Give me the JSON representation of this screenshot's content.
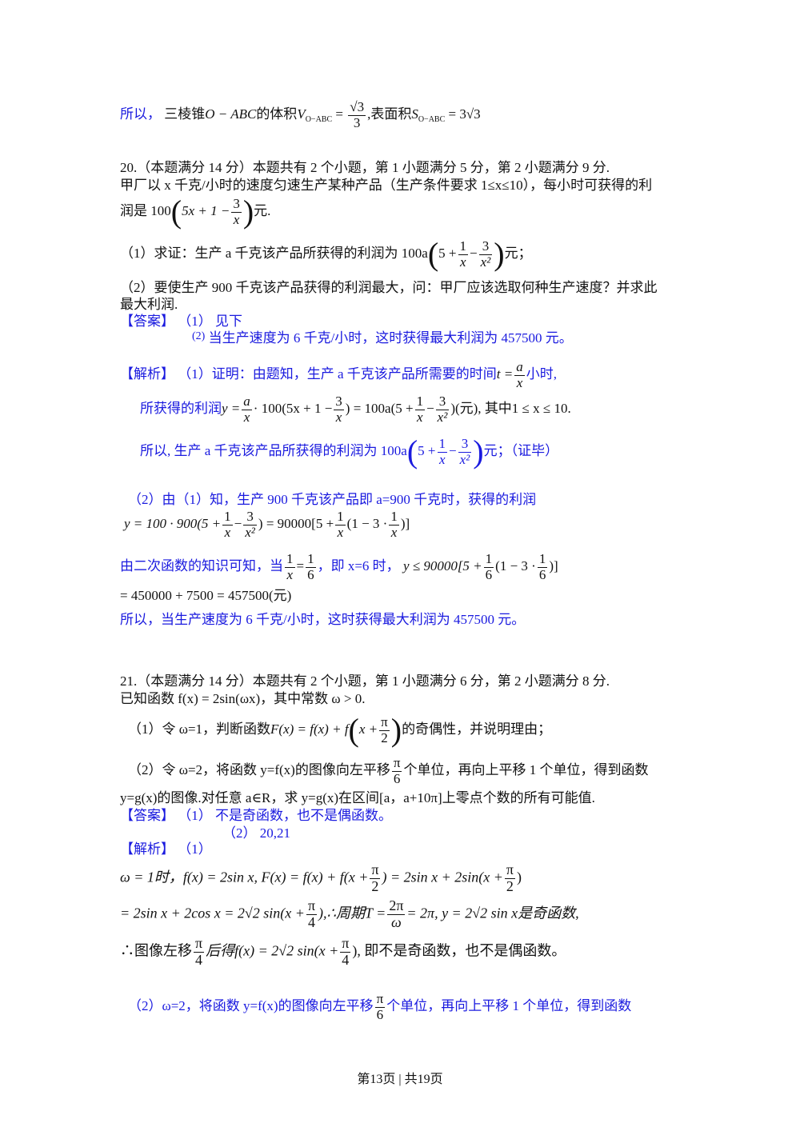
{
  "p1": {
    "lead": "所以，",
    "desc": "三棱锥",
    "obj": "O − ABC",
    "of": "的体积",
    "vsub": "O−ABC",
    "eq1": "=",
    "num": "√3",
    "den": "3",
    "comma": ",",
    "surf": "表面积",
    "ssub": "O−ABC",
    "eq2": "= 3√3"
  },
  "q20": {
    "header": "20.（本题满分 14 分）本题共有 2 个小题，第 1 小题满分 5 分，第 2 小题满分 9 分.",
    "stem1": "甲厂以 x 千克/小时的速度匀速生产某种产品（生产条件要求 1≤x≤10），每小时可获得的利",
    "stem2_pre": "润是 100",
    "stem2_expr": "5x + 1 −",
    "stem2_num": "3",
    "stem2_den": "x",
    "stem2_post": "元.",
    "sub1_pre": "（1）求证：生产 a 千克该产品所获得的利润为 100a",
    "sub1_e1": "5 +",
    "sub1_n1": "1",
    "sub1_d1": "x",
    "sub1_minus": "−",
    "sub1_n2": "3",
    "sub1_d2": "x²",
    "sub1_post": "元；",
    "sub2_line1": "（2）要使生产 900 千克该产品获得的利润最大，问：甲厂应该选取何种生产速度？并求此",
    "sub2_line2": "最大利润.",
    "ans_label": "【答案】",
    "ans1": "（1）  见下",
    "ans2_num": "(2)",
    "ans2": "当生产速度为 6 千克/小时，这时获得最大利润为 457500 元。",
    "ana_label": "【解析】",
    "ana1": "（1）证明：由题知，生产 a 千克该产品所需要的时间",
    "ana1_t": "t =",
    "ana1_num": "a",
    "ana1_den": "x",
    "ana1_post": "小时,",
    "ana2_pre": "所获得的利润",
    "ana2_y": "y =",
    "ana2_n1": "a",
    "ana2_d1": "x",
    "ana2_mid": "· 100(5x + 1 −",
    "ana2_n2": "3",
    "ana2_d2": "x",
    "ana2_mid2": ") = 100a(5 +",
    "ana2_n3": "1",
    "ana2_d3": "x",
    "ana2_minus": "−",
    "ana2_n4": "3",
    "ana2_d4": "x²",
    "ana2_end": ")(元),",
    "ana2_range": "其中1 ≤ x ≤ 10.",
    "ana3_pre": "所以,",
    "ana3_text": "生产 a 千克该产品所获得的利润为 100a",
    "ana3_e1": "5 +",
    "ana3_n1": "1",
    "ana3_d1": "x",
    "ana3_minus": "−",
    "ana3_n2": "3",
    "ana3_d2": "x²",
    "ana3_post": "元；（证毕）",
    "p2_line": "（2）由（1）知，生产 900 千克该产品即 a=900 千克时，获得的利润",
    "p2_eq_pre": "y = 100 · 900(5 +",
    "p2_n1": "1",
    "p2_d1": "x",
    "p2_minus": "−",
    "p2_n2": "3",
    "p2_d2": "x²",
    "p2_mid": ") = 90000[5 +",
    "p2_n3": "1",
    "p2_d3": "x",
    "p2_mid2": "(1 − 3 ·",
    "p2_n4": "1",
    "p2_d4": "x",
    "p2_end": ")]",
    "p3_pre": "由二次函数的知识可知，当",
    "p3_n1": "1",
    "p3_d1": "x",
    "p3_eq": "=",
    "p3_n2": "1",
    "p3_d2": "6",
    "p3_mid": "，即 x=6 时，",
    "p3_y": "y ≤ 90000[5 +",
    "p3_n3": "1",
    "p3_d3": "6",
    "p3_mid2": "(1 − 3 ·",
    "p3_n4": "1",
    "p3_d4": "6",
    "p3_end": ")]",
    "p4": "= 450000 + 7500 = 457500(元)",
    "p5": "所以，当生产速度为 6 千克/小时，这时获得最大利润为 457500 元。"
  },
  "q21": {
    "header": "21.（本题满分 14 分）本题共有 2 个小题，第 1 小题满分 6 分，第 2 小题满分 8 分.",
    "stem": "已知函数 f(x) = 2sin(ωx)，其中常数 ω > 0.",
    "sub1_pre": "（1）令 ω=1，判断函数",
    "sub1_f": "F(x) = f(x) + f",
    "sub1_in": "x +",
    "sub1_num": "π",
    "sub1_den": "2",
    "sub1_post": "的奇偶性，并说明理由；",
    "sub2_pre": "（2）令 ω=2，将函数 y=f(x)的图像向左平移",
    "sub2_num": "π",
    "sub2_den": "6",
    "sub2_post": "个单位，再向上平移 1 个单位，得到函数",
    "sub2_line2": "y=g(x)的图像.对任意 a∈R，求 y=g(x)在区间[a，a+10π]上零点个数的所有可能值.",
    "ans_label": "【答案】",
    "ans1": "（1）  不是奇函数，也不是偶函数。",
    "ans2": "（2）  20,21",
    "ana_label": "【解析】",
    "ana_1": "（1）",
    "l1_pre": "ω = 1时，f(x) = 2sin x, F(x) = f(x) + f(x +",
    "l1_n1": "π",
    "l1_d1": "2",
    "l1_mid": ") = 2sin x + 2sin(x +",
    "l1_n2": "π",
    "l1_d2": "2",
    "l1_end": ")",
    "l2_pre": "= 2sin x + 2cos x = 2√2 sin(x +",
    "l2_n1": "π",
    "l2_d1": "4",
    "l2_mid": "),∴周期T =",
    "l2_n2": "2π",
    "l2_d2": "ω",
    "l2_end": "= 2π, y = 2√2 sin x是奇函数,",
    "l3_pre": "∴图像左移",
    "l3_n1": "π",
    "l3_d1": "4",
    "l3_mid": "后得f(x) = 2√2 sin(x +",
    "l3_n2": "π",
    "l3_d2": "4",
    "l3_end": "), 即不是奇函数，也不是偶函数。",
    "l4_pre": "（2）ω=2，将函数 y=f(x)的图像向左平移",
    "l4_num": "π",
    "l4_den": "6",
    "l4_post": "个单位，再向上平移 1 个单位，得到函数"
  },
  "footer": "第13页 | 共19页",
  "colors": {
    "answer": "#1a1adf",
    "text": "#111111"
  }
}
